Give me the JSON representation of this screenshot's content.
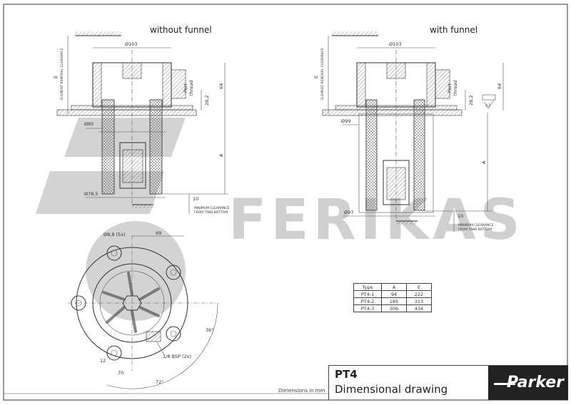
{
  "watermark": "FERIKAS",
  "views": {
    "left_title": "without funnel",
    "right_title": "with funnel"
  },
  "dimensions": {
    "flange_dia": "Ø103",
    "e_label": "E",
    "e_caption": "ELEMENT REMOVAL CLEARANCE",
    "port_thread_1": "Port",
    "port_thread_2": "thread",
    "dim_28_2": "28,2",
    "dim_64": "64",
    "a_label": "A",
    "dim_10": "10",
    "min_clear_1": "MINIMUM CLEARANCE",
    "min_clear_2": "FROM TANK BOTTOM",
    "left_d85": "Ø85",
    "left_d78_5": "Ø78,5",
    "right_d99": "Ø99",
    "right_d97": "Ø97",
    "roughness": "3,2",
    "holes": "Ø8,8 (5x)",
    "dim_69": "69",
    "angle_36": "36°",
    "angle_72": "72°",
    "bsp": "1/8 BSP (2x)",
    "dim_12": "12",
    "dim_70": "70"
  },
  "table": {
    "headers": [
      "Type",
      "A",
      "E"
    ],
    "rows": [
      [
        "PT4-1",
        "94",
        "222"
      ],
      [
        "PT4-2",
        "185",
        "313"
      ],
      [
        "PT4-3",
        "306",
        "434"
      ]
    ]
  },
  "title_block": {
    "model": "PT4",
    "subtitle": "Dimensional drawing",
    "units_note": "Dimensions in mm",
    "brand": "Parker"
  }
}
